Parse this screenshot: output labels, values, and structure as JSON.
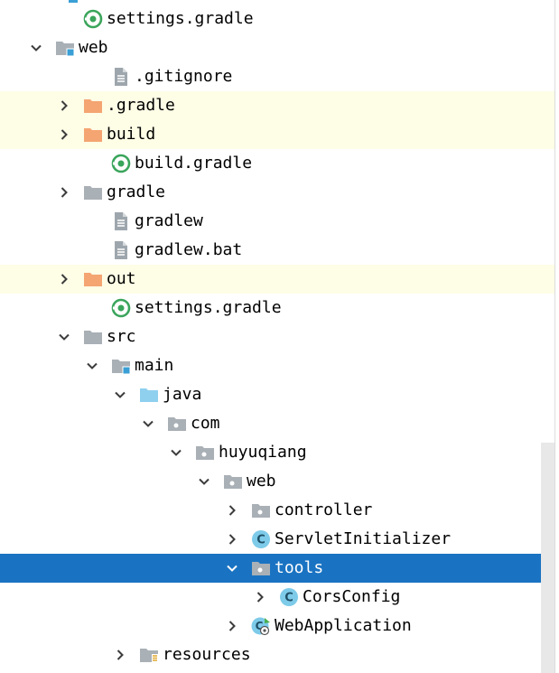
{
  "colors": {
    "selected_bg": "#1a73c2",
    "ignored_bg": "#fefde6",
    "folder_gray": "#a9b0b6",
    "folder_orange": "#f4a572",
    "folder_blue": "#8fd0ef",
    "class_icon": "#7dcbe9",
    "gradle_green": "#3aa55b"
  },
  "tree": [
    {
      "label": "settings.gradle",
      "depth": 1,
      "icon": "gradle-icon"
    },
    {
      "label": "web",
      "depth": 0,
      "icon": "module-folder-icon",
      "expanded": true
    },
    {
      "label": ".gitignore",
      "depth": 2,
      "icon": "text-file-icon"
    },
    {
      "label": ".gradle",
      "depth": 1,
      "icon": "excluded-folder-icon",
      "expanded": false,
      "ignored": true
    },
    {
      "label": "build",
      "depth": 1,
      "icon": "excluded-folder-icon",
      "expanded": false,
      "ignored": true
    },
    {
      "label": "build.gradle",
      "depth": 2,
      "icon": "gradle-icon"
    },
    {
      "label": "gradle",
      "depth": 1,
      "icon": "folder-icon",
      "expanded": false
    },
    {
      "label": "gradlew",
      "depth": 2,
      "icon": "text-file-icon"
    },
    {
      "label": "gradlew.bat",
      "depth": 2,
      "icon": "text-file-icon"
    },
    {
      "label": "out",
      "depth": 1,
      "icon": "excluded-folder-icon",
      "expanded": false,
      "ignored": true
    },
    {
      "label": "settings.gradle",
      "depth": 2,
      "icon": "gradle-icon"
    },
    {
      "label": "src",
      "depth": 1,
      "icon": "folder-icon",
      "expanded": true
    },
    {
      "label": "main",
      "depth": 2,
      "icon": "module-folder-icon",
      "expanded": true
    },
    {
      "label": "java",
      "depth": 3,
      "icon": "source-folder-icon",
      "expanded": true
    },
    {
      "label": "com",
      "depth": 4,
      "icon": "package-icon",
      "expanded": true
    },
    {
      "label": "huyuqiang",
      "depth": 5,
      "icon": "package-icon",
      "expanded": true
    },
    {
      "label": "web",
      "depth": 6,
      "icon": "package-icon",
      "expanded": true
    },
    {
      "label": "controller",
      "depth": 7,
      "icon": "package-icon",
      "expanded": false
    },
    {
      "label": "ServletInitializer",
      "depth": 7,
      "icon": "class-icon",
      "expanded": false
    },
    {
      "label": "tools",
      "depth": 7,
      "icon": "package-icon",
      "expanded": true,
      "selected": true
    },
    {
      "label": "CorsConfig",
      "depth": 8,
      "icon": "class-icon",
      "expanded": false
    },
    {
      "label": "WebApplication",
      "depth": 7,
      "icon": "spring-class-icon",
      "expanded": false
    },
    {
      "label": "resources",
      "depth": 3,
      "icon": "resources-folder-icon",
      "expanded": false
    }
  ]
}
